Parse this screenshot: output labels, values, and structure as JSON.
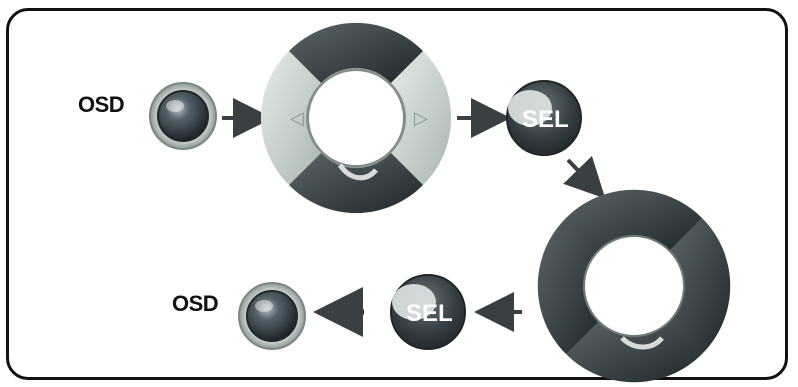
{
  "diagram": {
    "osd_top_label": "OSD",
    "osd_bottom_label": "OSD",
    "select_top_label": "SEL",
    "select_bottom_label": "SEL",
    "dpad_top_left_arrow": "◁",
    "dpad_top_right_arrow": "▷"
  },
  "colors": {
    "frame": "#111111",
    "dpad_dark": "#2f3a3c",
    "dpad_light": "#c8d2cf",
    "button_dark": "#333c44",
    "arrow": "#3a3f42"
  },
  "icons": [
    "osd-button-icon",
    "dpad-icon",
    "select-button-icon",
    "arrow-icon"
  ]
}
